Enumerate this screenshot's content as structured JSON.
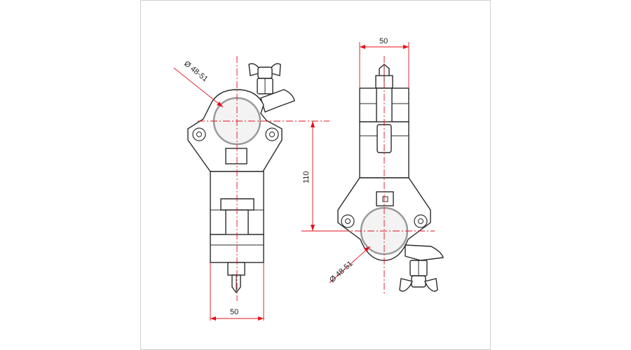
{
  "diagram": {
    "left_view": {
      "tube_diameter_label": "Ø 48-51",
      "bottom_width_label": "50"
    },
    "right_view": {
      "top_width_label": "50",
      "tube_diameter_label": "Ø 48-51"
    },
    "center_distance_label": "110",
    "colors": {
      "dimension": "#e2101b",
      "outline": "#2b2b2b",
      "tube": "#9a9a9a"
    }
  }
}
